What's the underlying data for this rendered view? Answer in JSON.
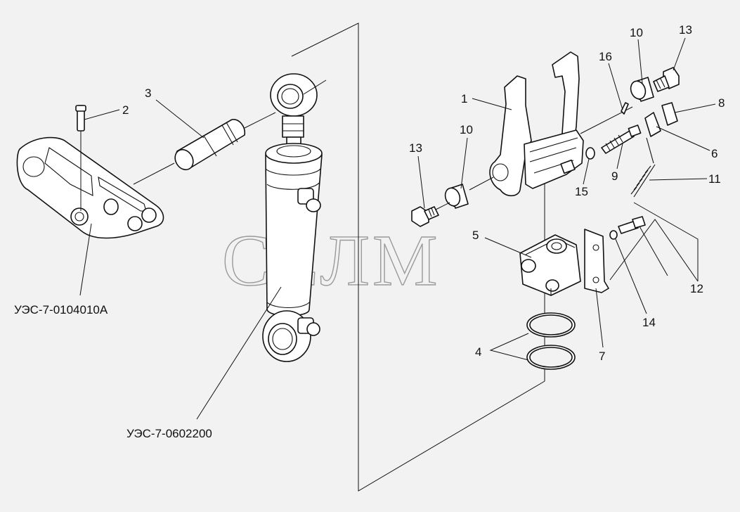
{
  "watermark": "СЕЛМ",
  "labels": {
    "p1": "1",
    "p2": "2",
    "p3": "3",
    "p4": "4",
    "p5": "5",
    "p6": "6",
    "p7": "7",
    "p8": "8",
    "p9": "9",
    "p10a": "10",
    "p10b": "10",
    "p11": "11",
    "p12": "12",
    "p13a": "13",
    "p13b": "13",
    "p14": "14",
    "p15": "15",
    "p16": "16",
    "assembly_arm": "УЭС-7-0104010А",
    "assembly_cylinder": "УЭС-7-0602200"
  }
}
